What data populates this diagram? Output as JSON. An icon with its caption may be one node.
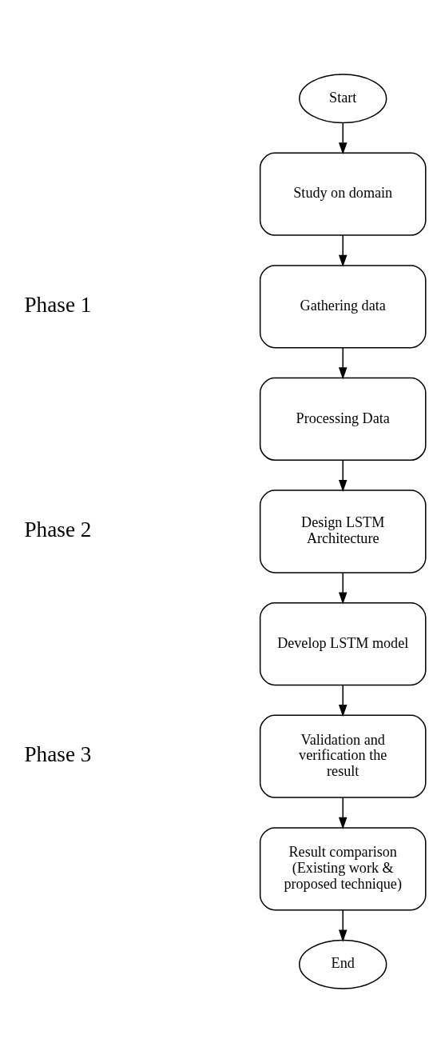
{
  "diagram": {
    "nodes": [
      {
        "text": [
          "Start"
        ]
      },
      {
        "text": [
          "Study on domain"
        ]
      },
      {
        "text": [
          "Gathering data"
        ]
      },
      {
        "text": [
          "Processing Data"
        ]
      },
      {
        "text": [
          "Design LSTM Architecture"
        ]
      },
      {
        "text": [
          "Develop LSTM model"
        ]
      },
      {
        "text": [
          "Validation and verification the result"
        ]
      },
      {
        "text": [
          "Result comparison (Existing work & proposed technique)"
        ]
      },
      {
        "text": [
          "End"
        ]
      }
    ],
    "edges": [
      {
        "from": 0,
        "to": 1,
        "arrow": "to"
      },
      {
        "from": 1,
        "to": 2,
        "arrow": "to"
      },
      {
        "from": 2,
        "to": 3,
        "arrow": "to"
      },
      {
        "from": 3,
        "to": 4,
        "arrow": "to"
      },
      {
        "from": 4,
        "to": 5,
        "arrow": "to"
      },
      {
        "from": 5,
        "to": 6,
        "arrow": "to"
      },
      {
        "from": 6,
        "to": 7,
        "arrow": "to"
      },
      {
        "from": 7,
        "to": 8,
        "arrow": "to"
      }
    ],
    "labels": [
      "Phase 1",
      "Phase 2",
      "Phase 3"
    ]
  }
}
